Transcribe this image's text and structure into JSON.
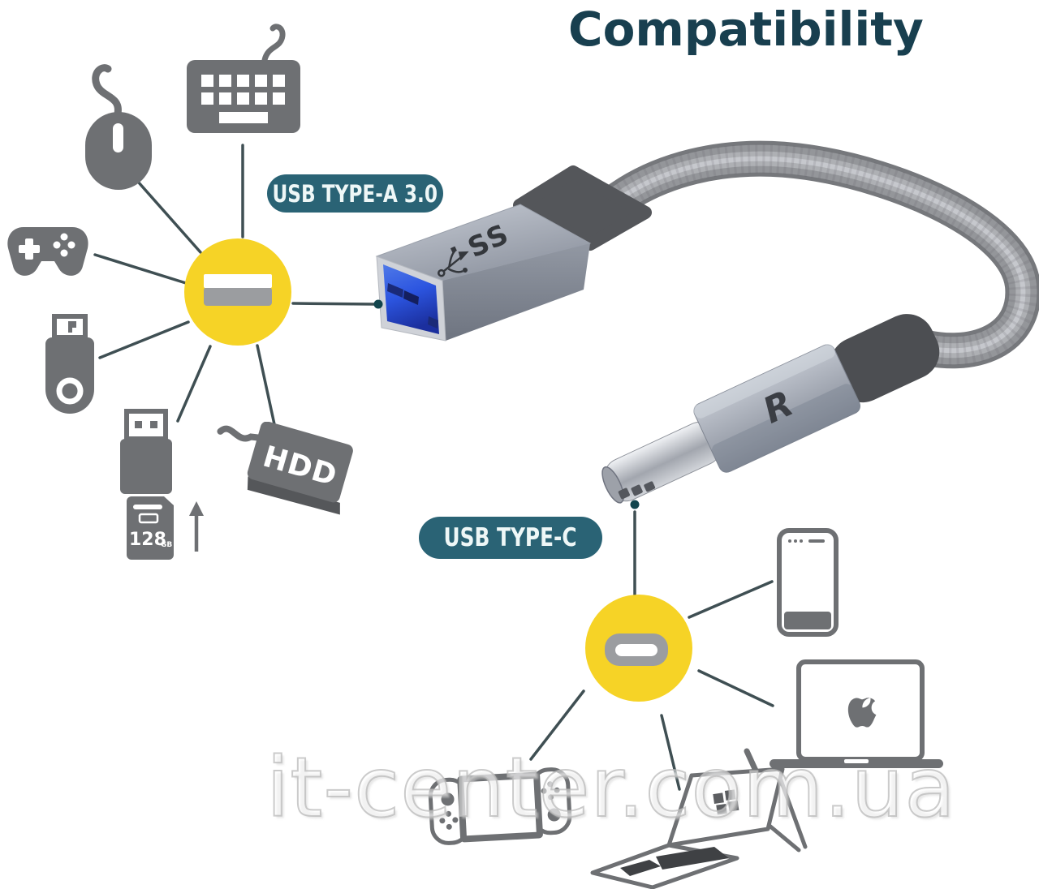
{
  "title": "Compatibility",
  "connector_labels": {
    "type_a": "USB TYPE-A 3.0",
    "type_c": "USB TYPE-C"
  },
  "product": {
    "usb_a_marking": "SS",
    "usb_c_marking": "R"
  },
  "sd_card": {
    "capacity": "128",
    "unit": "GB"
  },
  "hdd": {
    "label": "HDD"
  },
  "watermark": "it-center.com.ua",
  "usb_a_compatible_icons": [
    "mouse-icon",
    "keyboard-icon",
    "game-controller-icon",
    "usb-flash-drive-icon",
    "usb-adapter-icon",
    "sd-card-icon",
    "external-hdd-icon"
  ],
  "usb_c_compatible_icons": [
    "smartphone-icon",
    "macbook-icon",
    "nintendo-switch-icon",
    "surface-tablet-icon"
  ],
  "colors": {
    "title_teal": "#183f4f",
    "pill_teal": "#2a6375",
    "hub_yellow": "#f6d326",
    "icon_gray": "#6e7073",
    "line_color": "#3f4f53",
    "dot_color": "#12454d",
    "usb_port_blue": "#2c55e0",
    "cable_gray": "#94969a"
  }
}
